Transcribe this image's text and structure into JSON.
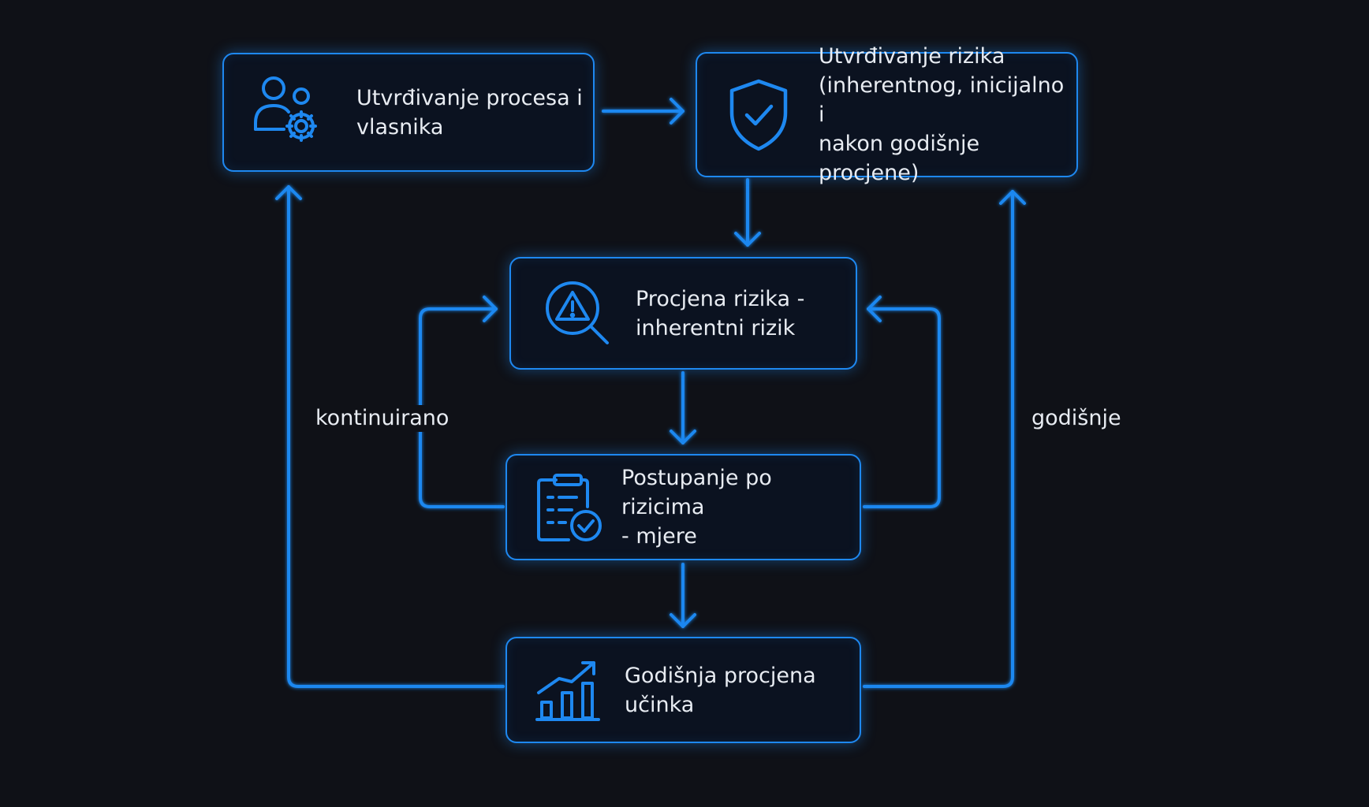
{
  "diagram": {
    "nodes": [
      {
        "id": "process-owners",
        "icon": "users-gear-icon",
        "label": "Utvrđivanje procesa i\nvlasnika"
      },
      {
        "id": "risk-identification",
        "icon": "shield-check-icon",
        "label": "Utvrđivanje rizika\n(inherentnog, inicijalno i\nnakon godišnje procjene)"
      },
      {
        "id": "risk-assessment",
        "icon": "magnifier-warning-icon",
        "label": "Procjena rizika -\ninherentni rizik"
      },
      {
        "id": "risk-treatment",
        "icon": "clipboard-check-icon",
        "label": "Postupanje po rizicima\n- mjere"
      },
      {
        "id": "annual-review",
        "icon": "growth-chart-icon",
        "label": "Godišnja procjena\nučinka"
      }
    ],
    "loop_labels": {
      "left": "kontinuirano",
      "right": "godišnje"
    },
    "colors": {
      "background": "#0f1117",
      "accent": "#1e88f0",
      "text": "#e8ecf2"
    }
  }
}
